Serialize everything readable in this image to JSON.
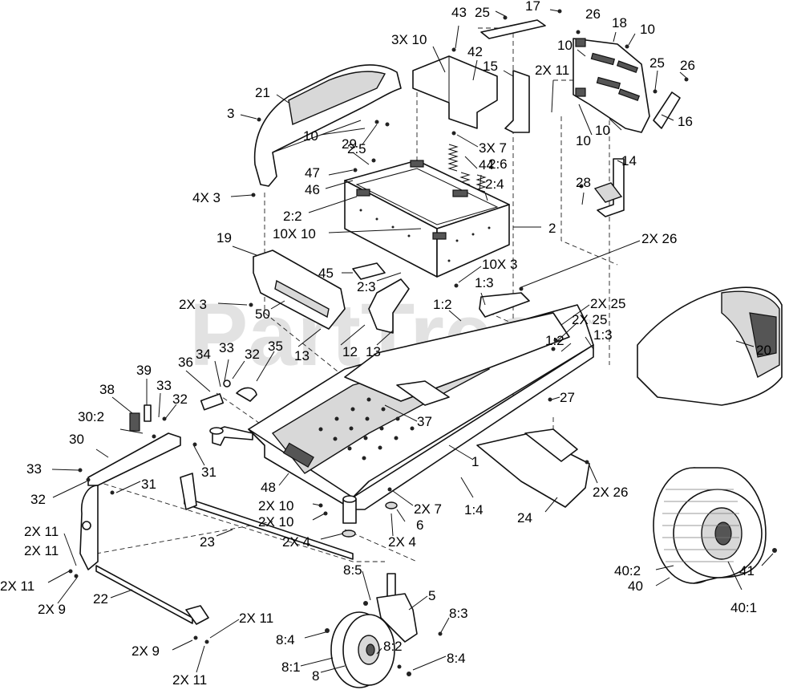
{
  "watermark": {
    "text": "PartTree",
    "mark": "™"
  },
  "callouts": [
    "43",
    "25",
    "17",
    "26",
    "18",
    "10",
    "3X 10",
    "42",
    "15",
    "2X 11",
    "10",
    "25",
    "26",
    "21",
    "3",
    "10",
    "29",
    "10",
    "10",
    "16",
    "3X 7",
    "2:5",
    "44",
    "2:6",
    "14",
    "47",
    "46",
    "2:4",
    "28",
    "4X 3",
    "2:2",
    "2",
    "10X 10",
    "19",
    "2X 26",
    "45",
    "10X 3",
    "2:3",
    "1:3",
    "2X 3",
    "50",
    "1:2",
    "2X 25",
    "2X 25",
    "13",
    "12",
    "13",
    "1:2",
    "1:3",
    "20",
    "33",
    "36",
    "32",
    "35",
    "34",
    "39",
    "33",
    "38",
    "32",
    "27",
    "37",
    "30:2",
    "30",
    "31",
    "33",
    "32",
    "31",
    "1",
    "48",
    "2X 10",
    "2X 7",
    "2X 10",
    "1:4",
    "24",
    "2X 26",
    "6",
    "2X 11",
    "23",
    "2X 4",
    "2X 4",
    "2X 11",
    "2X 11",
    "40:2",
    "41",
    "40",
    "2X 9",
    "22",
    "8:5",
    "5",
    "40:1",
    "2X 11",
    "8:3",
    "8:4",
    "8:2",
    "2X 9",
    "8:4",
    "8:1",
    "8",
    "2X 11"
  ]
}
